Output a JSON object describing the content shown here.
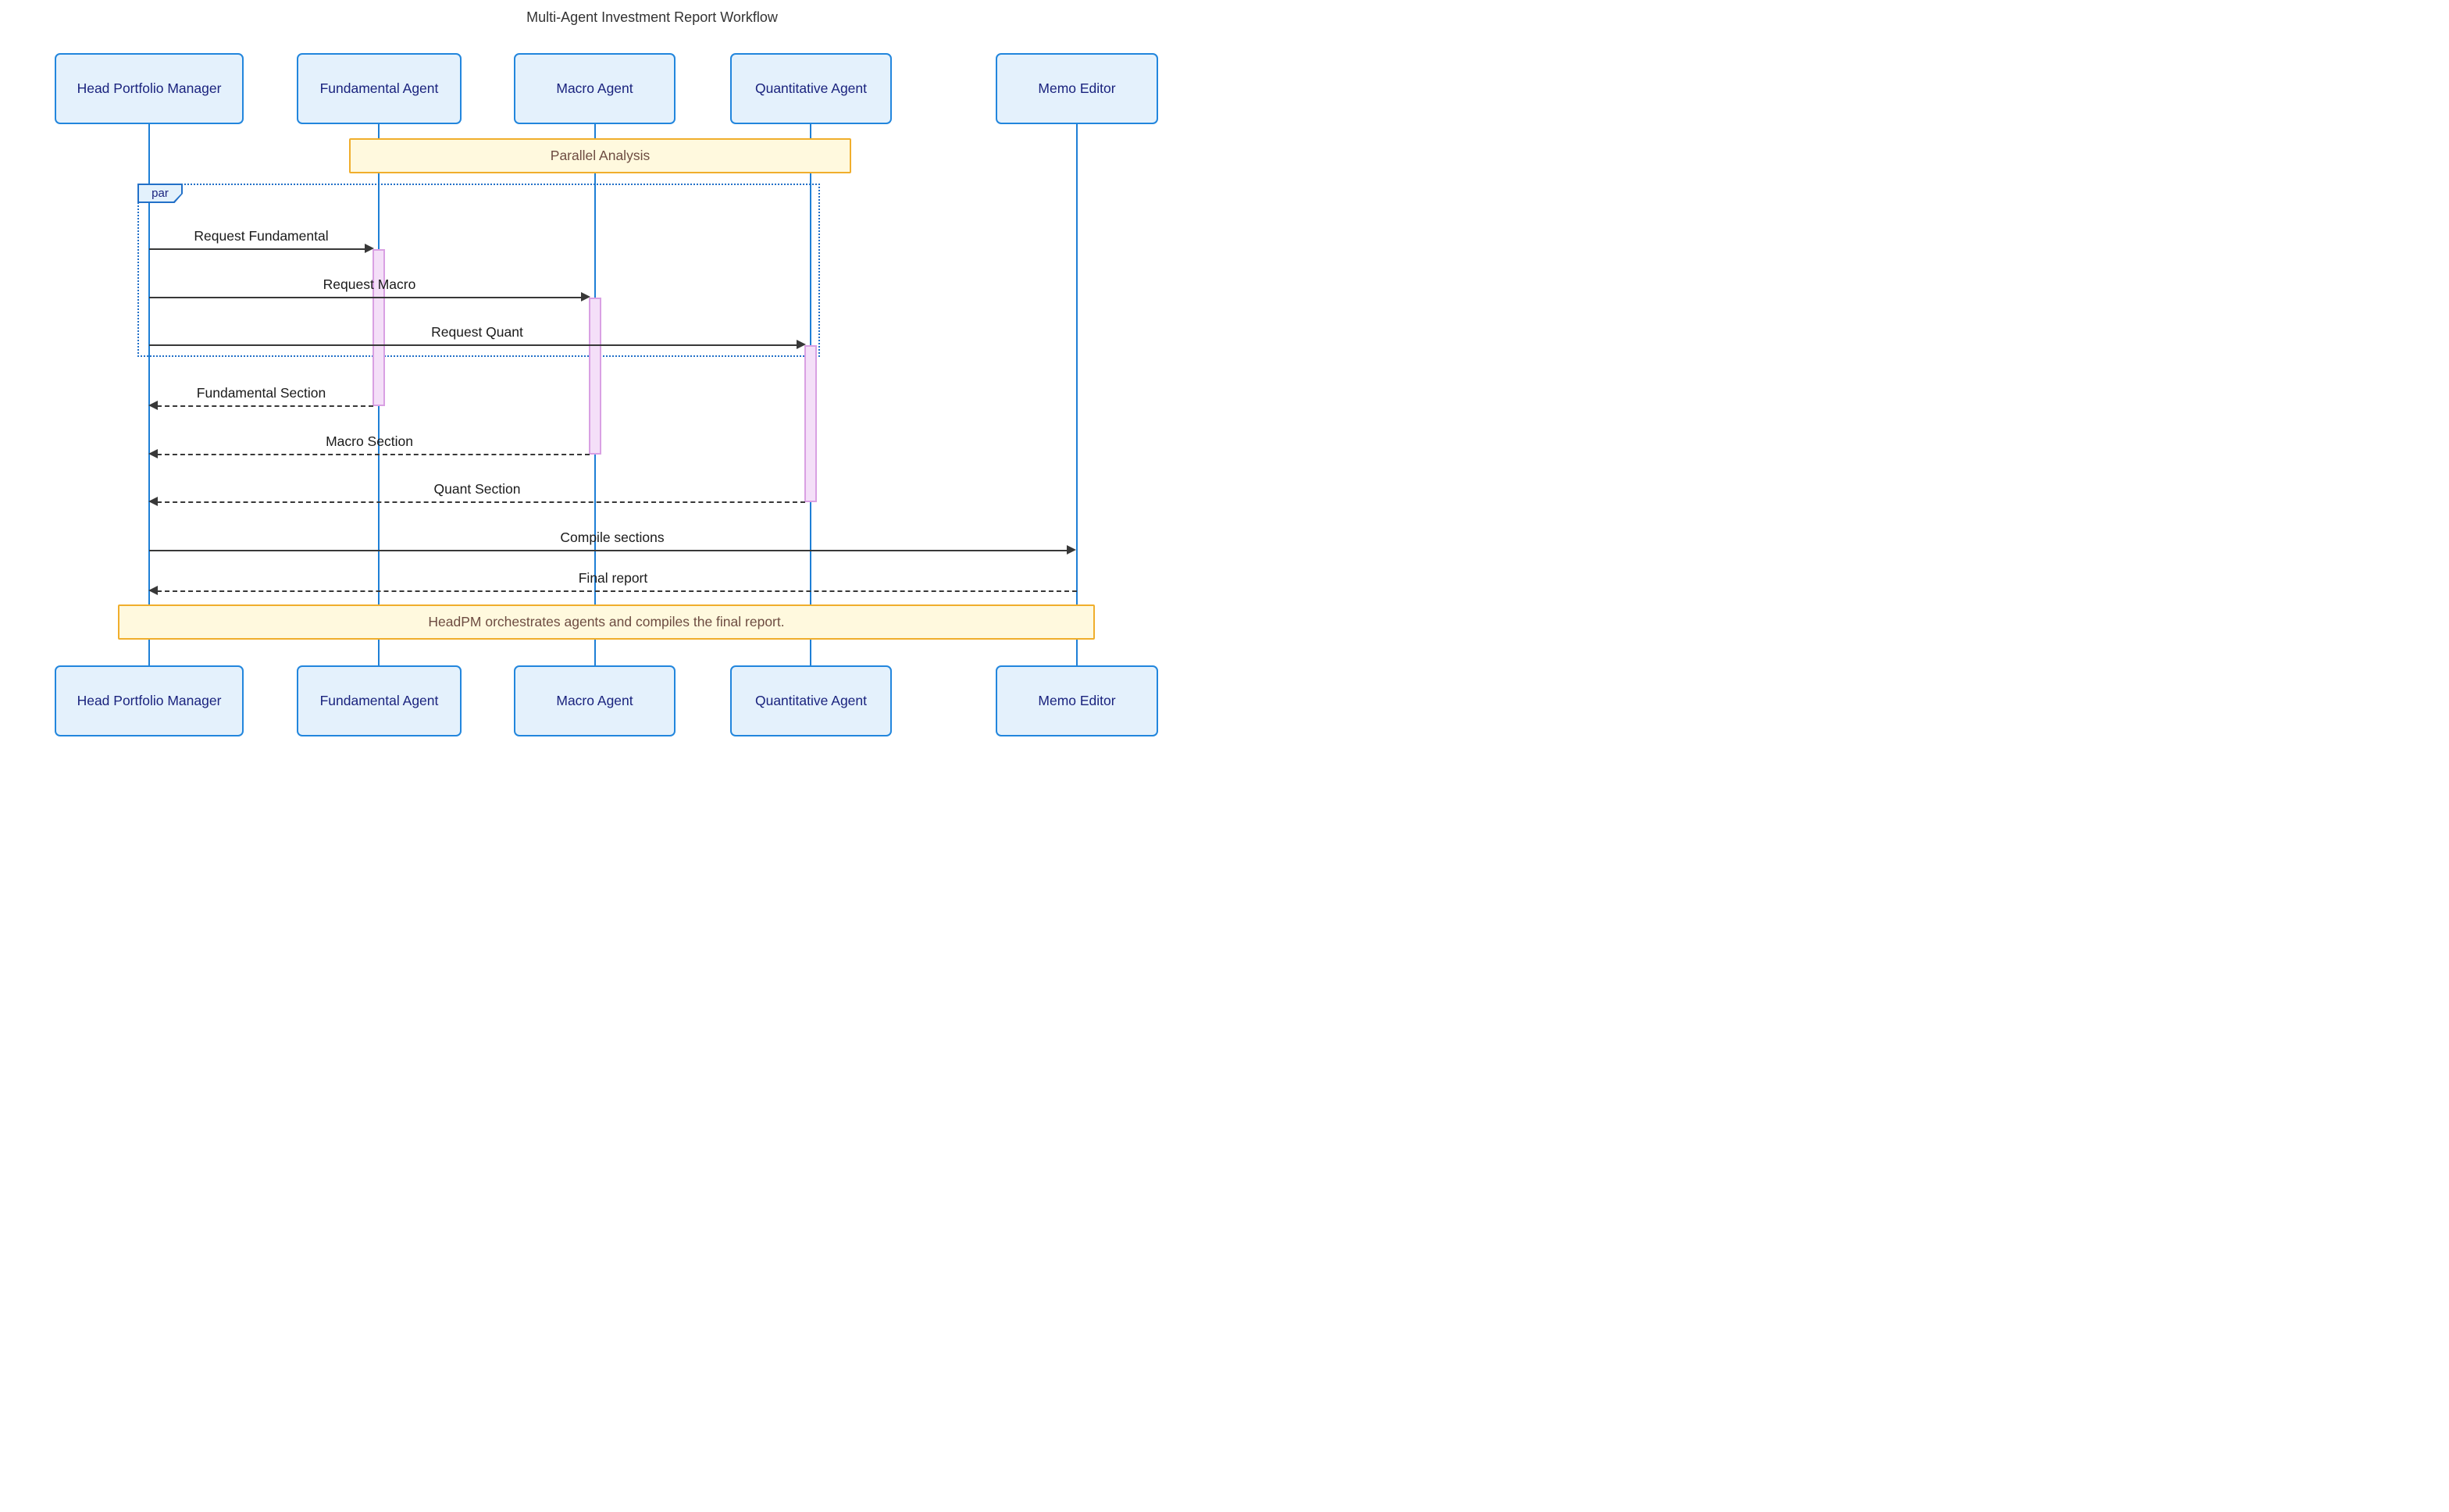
{
  "diagram": {
    "title": "Multi-Agent Investment Report Workflow",
    "actors": [
      "Head Portfolio Manager",
      "Fundamental Agent",
      "Macro Agent",
      "Quantitative Agent",
      "Memo Editor"
    ],
    "par_block": {
      "label": "par",
      "note": "Parallel Analysis"
    },
    "messages": [
      {
        "from": "Head Portfolio Manager",
        "to": "Fundamental Agent",
        "label": "Request Fundamental",
        "style": "solid"
      },
      {
        "from": "Head Portfolio Manager",
        "to": "Macro Agent",
        "label": "Request Macro",
        "style": "solid"
      },
      {
        "from": "Head Portfolio Manager",
        "to": "Quantitative Agent",
        "label": "Request Quant",
        "style": "solid"
      },
      {
        "from": "Fundamental Agent",
        "to": "Head Portfolio Manager",
        "label": "Fundamental Section",
        "style": "dashed"
      },
      {
        "from": "Macro Agent",
        "to": "Head Portfolio Manager",
        "label": "Macro Section",
        "style": "dashed"
      },
      {
        "from": "Quantitative Agent",
        "to": "Head Portfolio Manager",
        "label": "Quant Section",
        "style": "dashed"
      },
      {
        "from": "Head Portfolio Manager",
        "to": "Memo Editor",
        "label": "Compile sections",
        "style": "solid"
      },
      {
        "from": "Memo Editor",
        "to": "Head Portfolio Manager",
        "label": "Final report",
        "style": "dashed"
      }
    ],
    "footer_note": "HeadPM orchestrates agents and compiles the final report.",
    "colors": {
      "actor_fill": "#E4F1FC",
      "actor_border": "#2286DD",
      "actor_text": "#1A237E",
      "lifeline": "#1E7FD6",
      "note_fill": "#FFF9DE",
      "note_border": "#F0AE2C",
      "note_text": "#6D4C41",
      "message_line": "#383838",
      "activation_fill": "#F4DFF8",
      "activation_border": "#D9A0E3",
      "par_border": "#2270C8",
      "title_text": "#333333"
    }
  }
}
